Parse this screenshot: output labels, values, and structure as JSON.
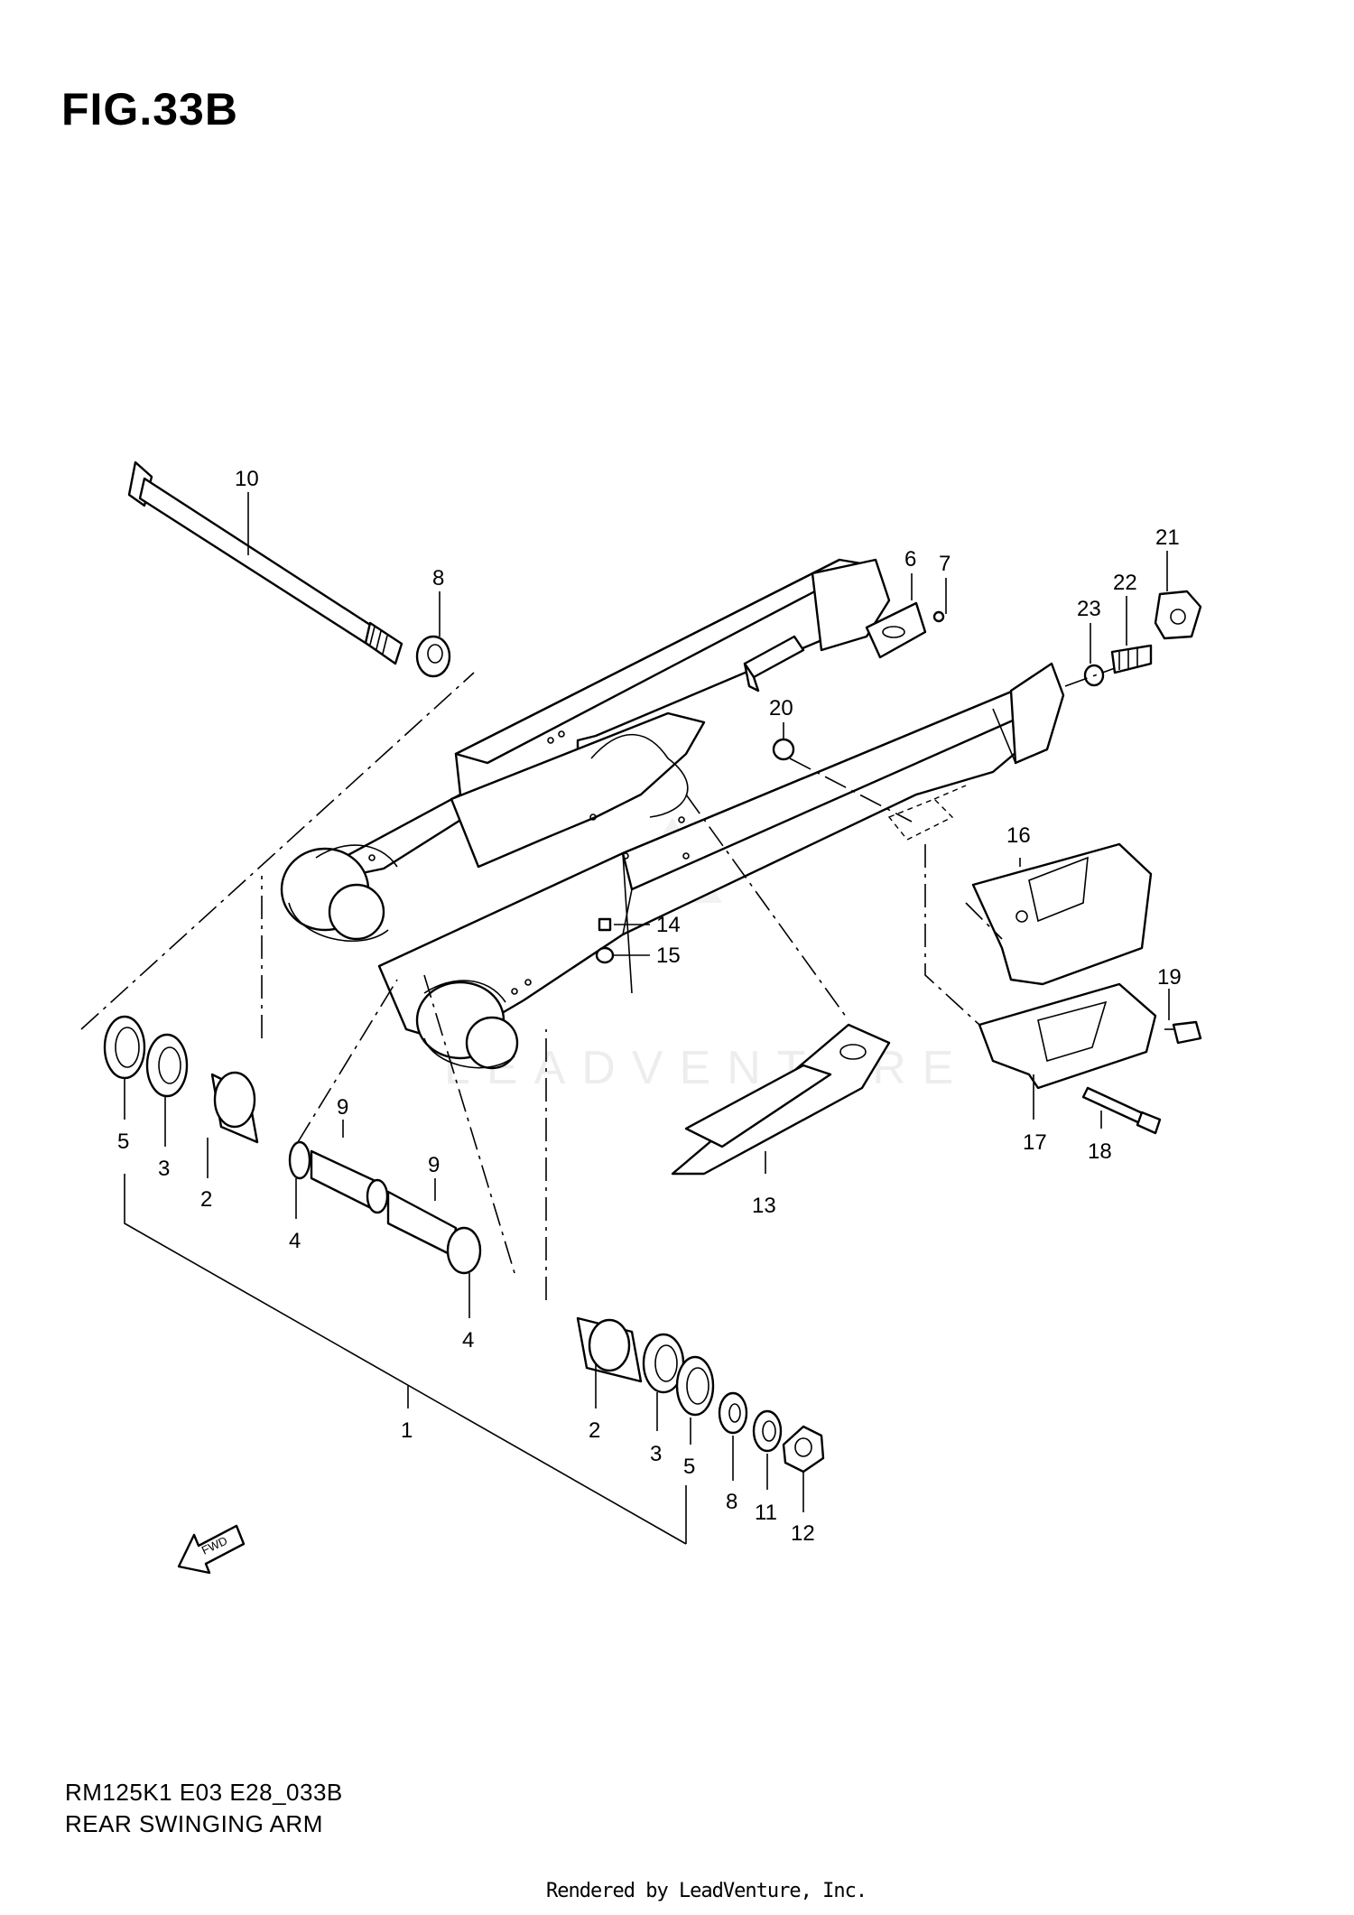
{
  "figure": {
    "title": "FIG.33B",
    "code": "RM125K1 E03 E28_033B",
    "name": "REAR SWINGING ARM",
    "credit": "Rendered by LeadVenture, Inc.",
    "watermark": "LEADVENTURE",
    "direction_arrow": "FWD"
  },
  "callouts": {
    "c1": "1",
    "c2a": "2",
    "c2b": "2",
    "c3a": "3",
    "c3b": "3",
    "c4a": "4",
    "c4b": "4",
    "c5a": "5",
    "c5b": "5",
    "c6": "6",
    "c7": "7",
    "c8a": "8",
    "c8b": "8",
    "c9a": "9",
    "c9b": "9",
    "c10": "10",
    "c11": "11",
    "c12": "12",
    "c13": "13",
    "c14": "14",
    "c15": "15",
    "c16": "16",
    "c17": "17",
    "c18": "18",
    "c19": "19",
    "c20": "20",
    "c21": "21",
    "c22": "22",
    "c23": "23"
  }
}
